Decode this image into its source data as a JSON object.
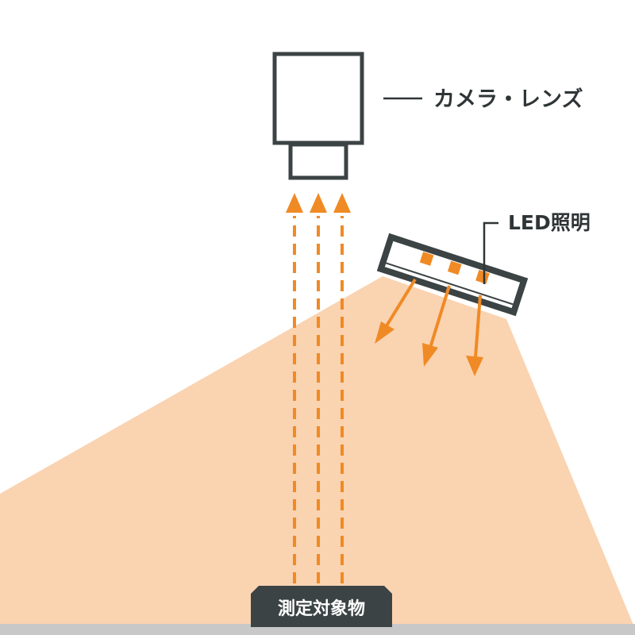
{
  "labels": {
    "camera": "カメラ・レンズ",
    "led": "LED照明",
    "target": "測定対象物"
  },
  "colors": {
    "light_cone": "#FAD3B1",
    "arrow": "#F08A24",
    "outline": "#3C4344",
    "floor": "#C8C8C8",
    "target_tag": "#3C4344",
    "tag_text": "#FFFFFF",
    "label_text": "#2F3536"
  },
  "parts": {
    "reflected_beams": 3,
    "led_emitters": 3
  }
}
